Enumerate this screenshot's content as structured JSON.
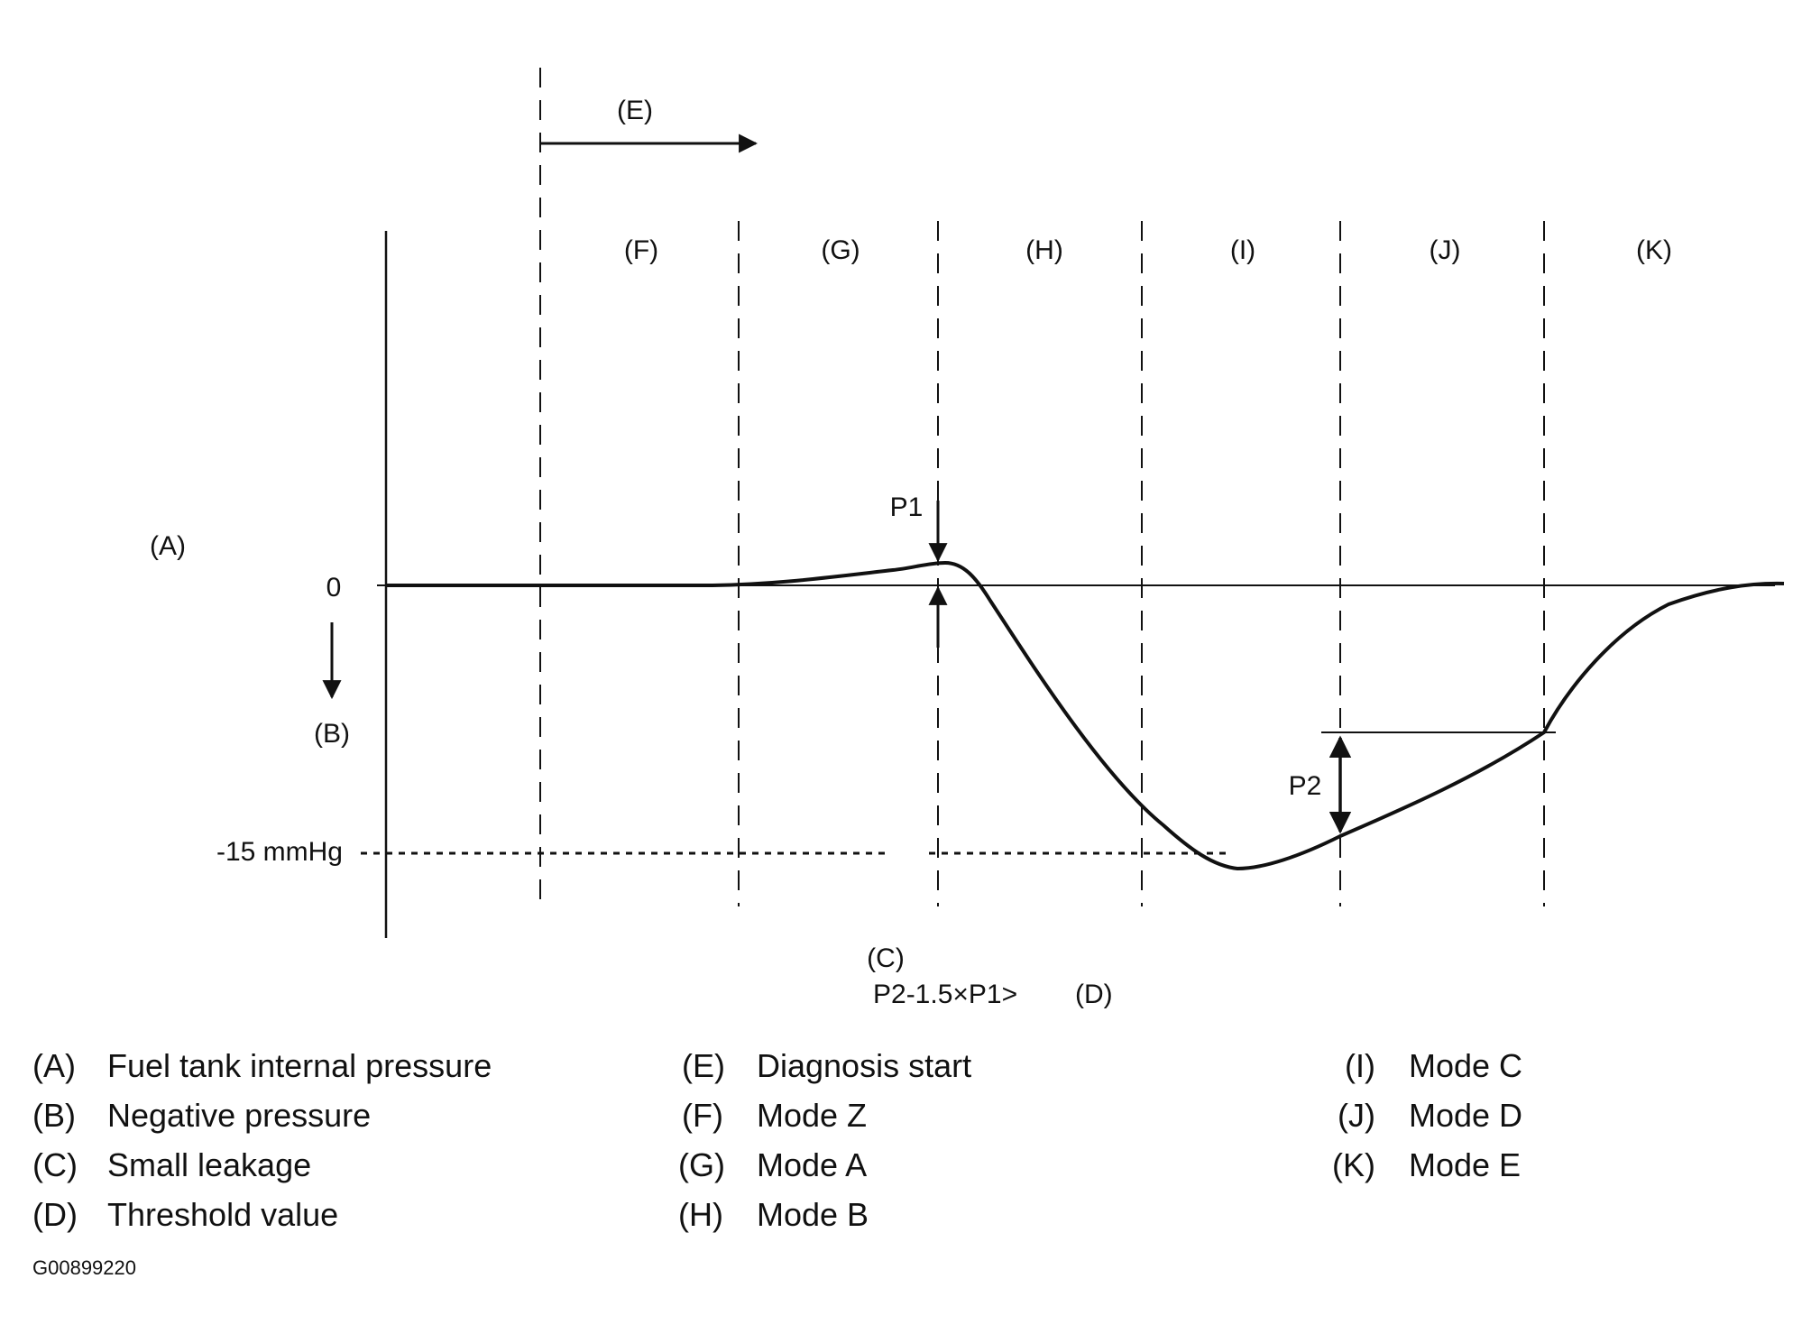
{
  "marker": {
    "A": "(A)",
    "B": "(B)",
    "C": "(C)",
    "D": "(D)",
    "E": "(E)",
    "F": "(F)",
    "G": "(G)",
    "H": "(H)",
    "I": "(I)",
    "J": "(J)",
    "K": "(K)"
  },
  "axis": {
    "zero": "0",
    "threshold": "-15 mmHg"
  },
  "annotations": {
    "p1": "P1",
    "p2": "P2",
    "formula": "P2-1.5×P1>"
  },
  "legend": [
    {
      "key": "(A)",
      "text": "Fuel tank internal pressure"
    },
    {
      "key": "(B)",
      "text": "Negative pressure"
    },
    {
      "key": "(C)",
      "text": "Small leakage"
    },
    {
      "key": "(D)",
      "text": "Threshold value"
    },
    {
      "key": "(E)",
      "text": "Diagnosis start"
    },
    {
      "key": "(F)",
      "text": "Mode Z"
    },
    {
      "key": "(G)",
      "text": "Mode A"
    },
    {
      "key": "(H)",
      "text": "Mode B"
    },
    {
      "key": "(I)",
      "text": "Mode C"
    },
    {
      "key": "(J)",
      "text": "Mode D"
    },
    {
      "key": "(K)",
      "text": "Mode E"
    }
  ],
  "figure_code": "G00899220"
}
